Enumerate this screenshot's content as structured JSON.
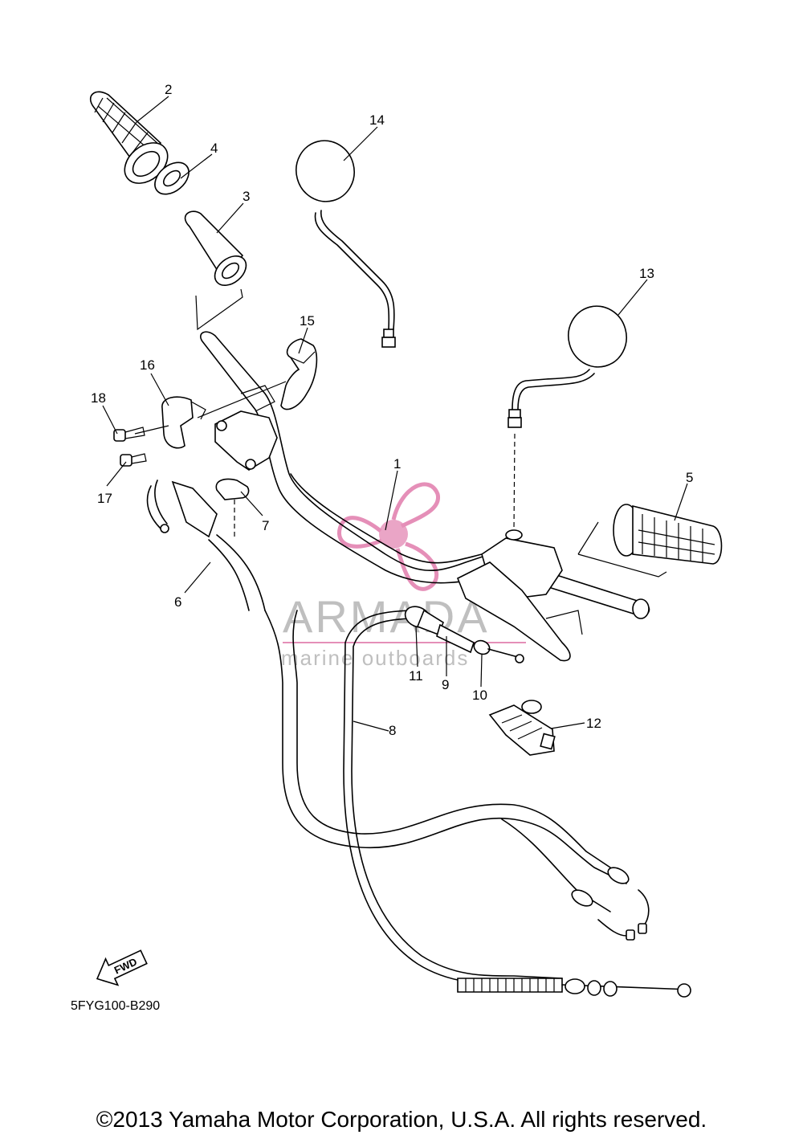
{
  "diagram": {
    "code": "5FYG100-B290",
    "fwd_label": "FWD",
    "watermark": {
      "title": "ARMADA",
      "subtitle": "marine outboards",
      "accent": "#e58fb8"
    },
    "copyright": "©2013 Yamaha Motor Corporation, U.S.A. All rights reserved.",
    "callouts": [
      "1",
      "2",
      "3",
      "4",
      "5",
      "6",
      "7",
      "8",
      "9",
      "10",
      "11",
      "12",
      "13",
      "14",
      "15",
      "16",
      "17",
      "18"
    ]
  }
}
